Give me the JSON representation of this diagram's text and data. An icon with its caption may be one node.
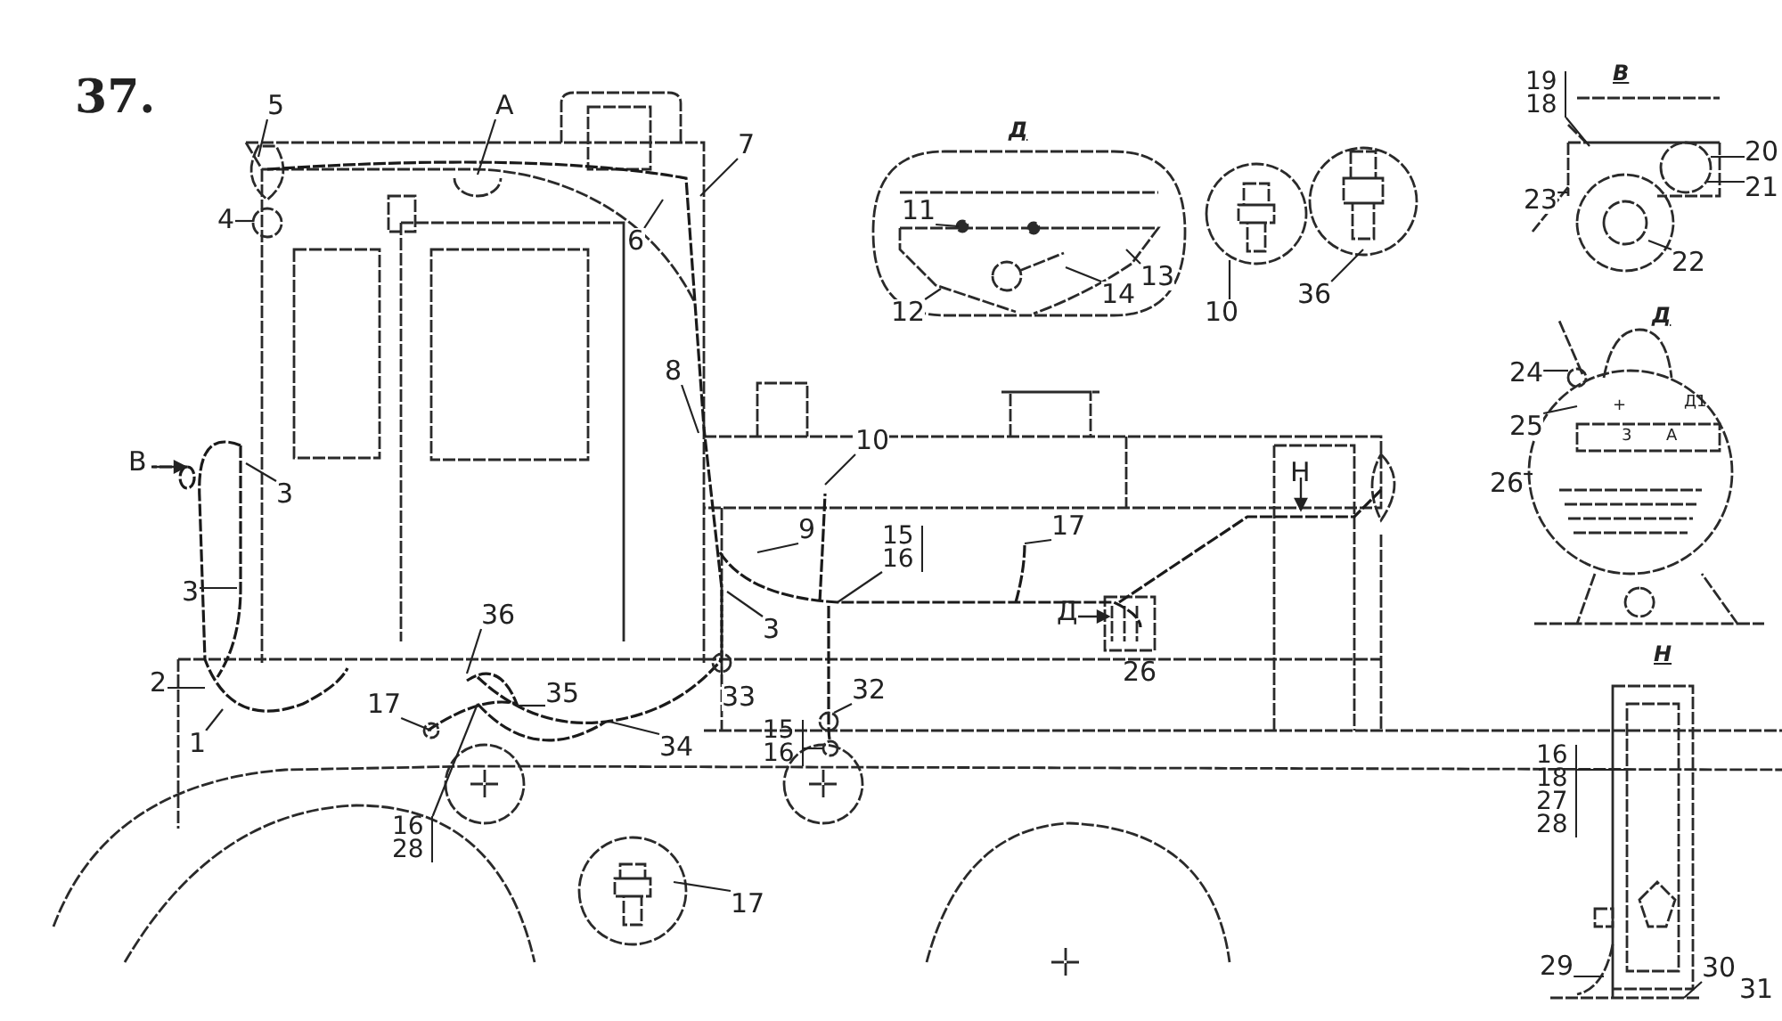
{
  "diagram": {
    "title": "37.",
    "nodes": [
      {
        "text": [
          "5"
        ]
      },
      {
        "text": [
          "А"
        ]
      },
      {
        "text": [
          "7"
        ]
      },
      {
        "text": [
          "4"
        ]
      },
      {
        "text": [
          "6"
        ]
      },
      {
        "text": [
          "11"
        ]
      },
      {
        "text": [
          "13"
        ]
      },
      {
        "text": [
          "12"
        ]
      },
      {
        "text": [
          "14"
        ]
      },
      {
        "text": [
          "10"
        ]
      },
      {
        "text": [
          "36"
        ]
      },
      {
        "text": [
          "8"
        ]
      },
      {
        "text": [
          "10"
        ]
      },
      {
        "text": [
          "9"
        ]
      },
      {
        "text": [
          "15",
          "16"
        ]
      },
      {
        "text": [
          "17"
        ]
      },
      {
        "text": [
          "3"
        ]
      },
      {
        "text": [
          "3"
        ]
      },
      {
        "text": [
          "3"
        ]
      },
      {
        "text": [
          "2"
        ]
      },
      {
        "text": [
          "1"
        ]
      },
      {
        "text": [
          "36"
        ]
      },
      {
        "text": [
          "35"
        ]
      },
      {
        "text": [
          "17"
        ]
      },
      {
        "text": [
          "33"
        ]
      },
      {
        "text": [
          "34"
        ]
      },
      {
        "text": [
          "32"
        ]
      },
      {
        "text": [
          "15",
          "16"
        ]
      },
      {
        "text": [
          "16",
          "28"
        ]
      },
      {
        "text": [
          "17"
        ]
      },
      {
        "text": [
          "19",
          "18"
        ]
      },
      {
        "text": [
          "23"
        ]
      },
      {
        "text": [
          "20"
        ]
      },
      {
        "text": [
          "21"
        ]
      },
      {
        "text": [
          "22"
        ]
      },
      {
        "text": [
          "24"
        ]
      },
      {
        "text": [
          "25"
        ]
      },
      {
        "text": [
          "26"
        ]
      },
      {
        "text": [
          "16",
          "18",
          "27",
          "28"
        ]
      },
      {
        "text": [
          "29"
        ]
      },
      {
        "text": [
          "30"
        ]
      },
      {
        "text": [],
        "shape": "picture"
      },
      {
        "text": [],
        "shape": "picture"
      }
    ],
    "edges": [
      {
        "from": 0,
        "to": null,
        "arrow": "none"
      },
      {
        "from": 1,
        "to": null,
        "arrow": "none"
      },
      {
        "from": 2,
        "to": null,
        "arrow": "none"
      },
      {
        "from": 3,
        "to": null,
        "arrow": "none"
      },
      {
        "from": 4,
        "to": null,
        "arrow": "none"
      },
      {
        "from": 5,
        "to": null,
        "arrow": "none"
      },
      {
        "from": 6,
        "to": null,
        "arrow": "none"
      },
      {
        "from": 7,
        "to": null,
        "arrow": "none"
      },
      {
        "from": 8,
        "to": null,
        "arrow": "none"
      },
      {
        "from": 9,
        "to": null,
        "arrow": "none"
      },
      {
        "from": 10,
        "to": null,
        "arrow": "none"
      },
      {
        "from": 11,
        "to": null,
        "arrow": "none"
      },
      {
        "from": 12,
        "to": null,
        "arrow": "none"
      },
      {
        "from": 13,
        "to": null,
        "arrow": "none"
      },
      {
        "from": 14,
        "to": null,
        "arrow": "none"
      },
      {
        "from": 15,
        "to": null,
        "arrow": "none"
      },
      {
        "from": 16,
        "to": null,
        "arrow": "none"
      },
      {
        "from": 17,
        "to": null,
        "arrow": "none"
      },
      {
        "from": 18,
        "to": null,
        "arrow": "none"
      },
      {
        "from": 19,
        "to": null,
        "arrow": "none"
      },
      {
        "from": 20,
        "to": null,
        "arrow": "none"
      },
      {
        "from": 21,
        "to": null,
        "arrow": "none"
      },
      {
        "from": 22,
        "to": null,
        "arrow": "none"
      },
      {
        "from": 23,
        "to": null,
        "arrow": "none"
      },
      {
        "from": 24,
        "to": null,
        "arrow": "none"
      },
      {
        "from": 25,
        "to": null,
        "arrow": "none"
      },
      {
        "from": 26,
        "to": null,
        "arrow": "none"
      },
      {
        "from": 27,
        "to": null,
        "arrow": "none"
      },
      {
        "from": 28,
        "to": null,
        "arrow": "none"
      },
      {
        "from": 29,
        "to": null,
        "arrow": "none"
      },
      {
        "from": 30,
        "to": null,
        "arrow": "none"
      },
      {
        "from": 31,
        "to": null,
        "arrow": "none"
      },
      {
        "from": 32,
        "to": null,
        "arrow": "none"
      },
      {
        "from": 33,
        "to": null,
        "arrow": "none"
      },
      {
        "from": 34,
        "to": null,
        "arrow": "none"
      },
      {
        "from": 35,
        "to": 41,
        "arrow": "none"
      },
      {
        "from": 36,
        "to": 41,
        "arrow": "none"
      },
      {
        "from": 37,
        "to": 41,
        "arrow": "none"
      },
      {
        "from": 38,
        "to": 42,
        "arrow": "none"
      },
      {
        "from": 39,
        "to": 42,
        "arrow": "none"
      },
      {
        "from": 40,
        "to": 42,
        "arrow": "none"
      }
    ],
    "labels": [
      "Д",
      "В",
      "В",
      "Н",
      "Д",
      "26",
      "Д",
      "+",
      "Д1",
      "3",
      "А",
      "Н",
      "31"
    ]
  }
}
